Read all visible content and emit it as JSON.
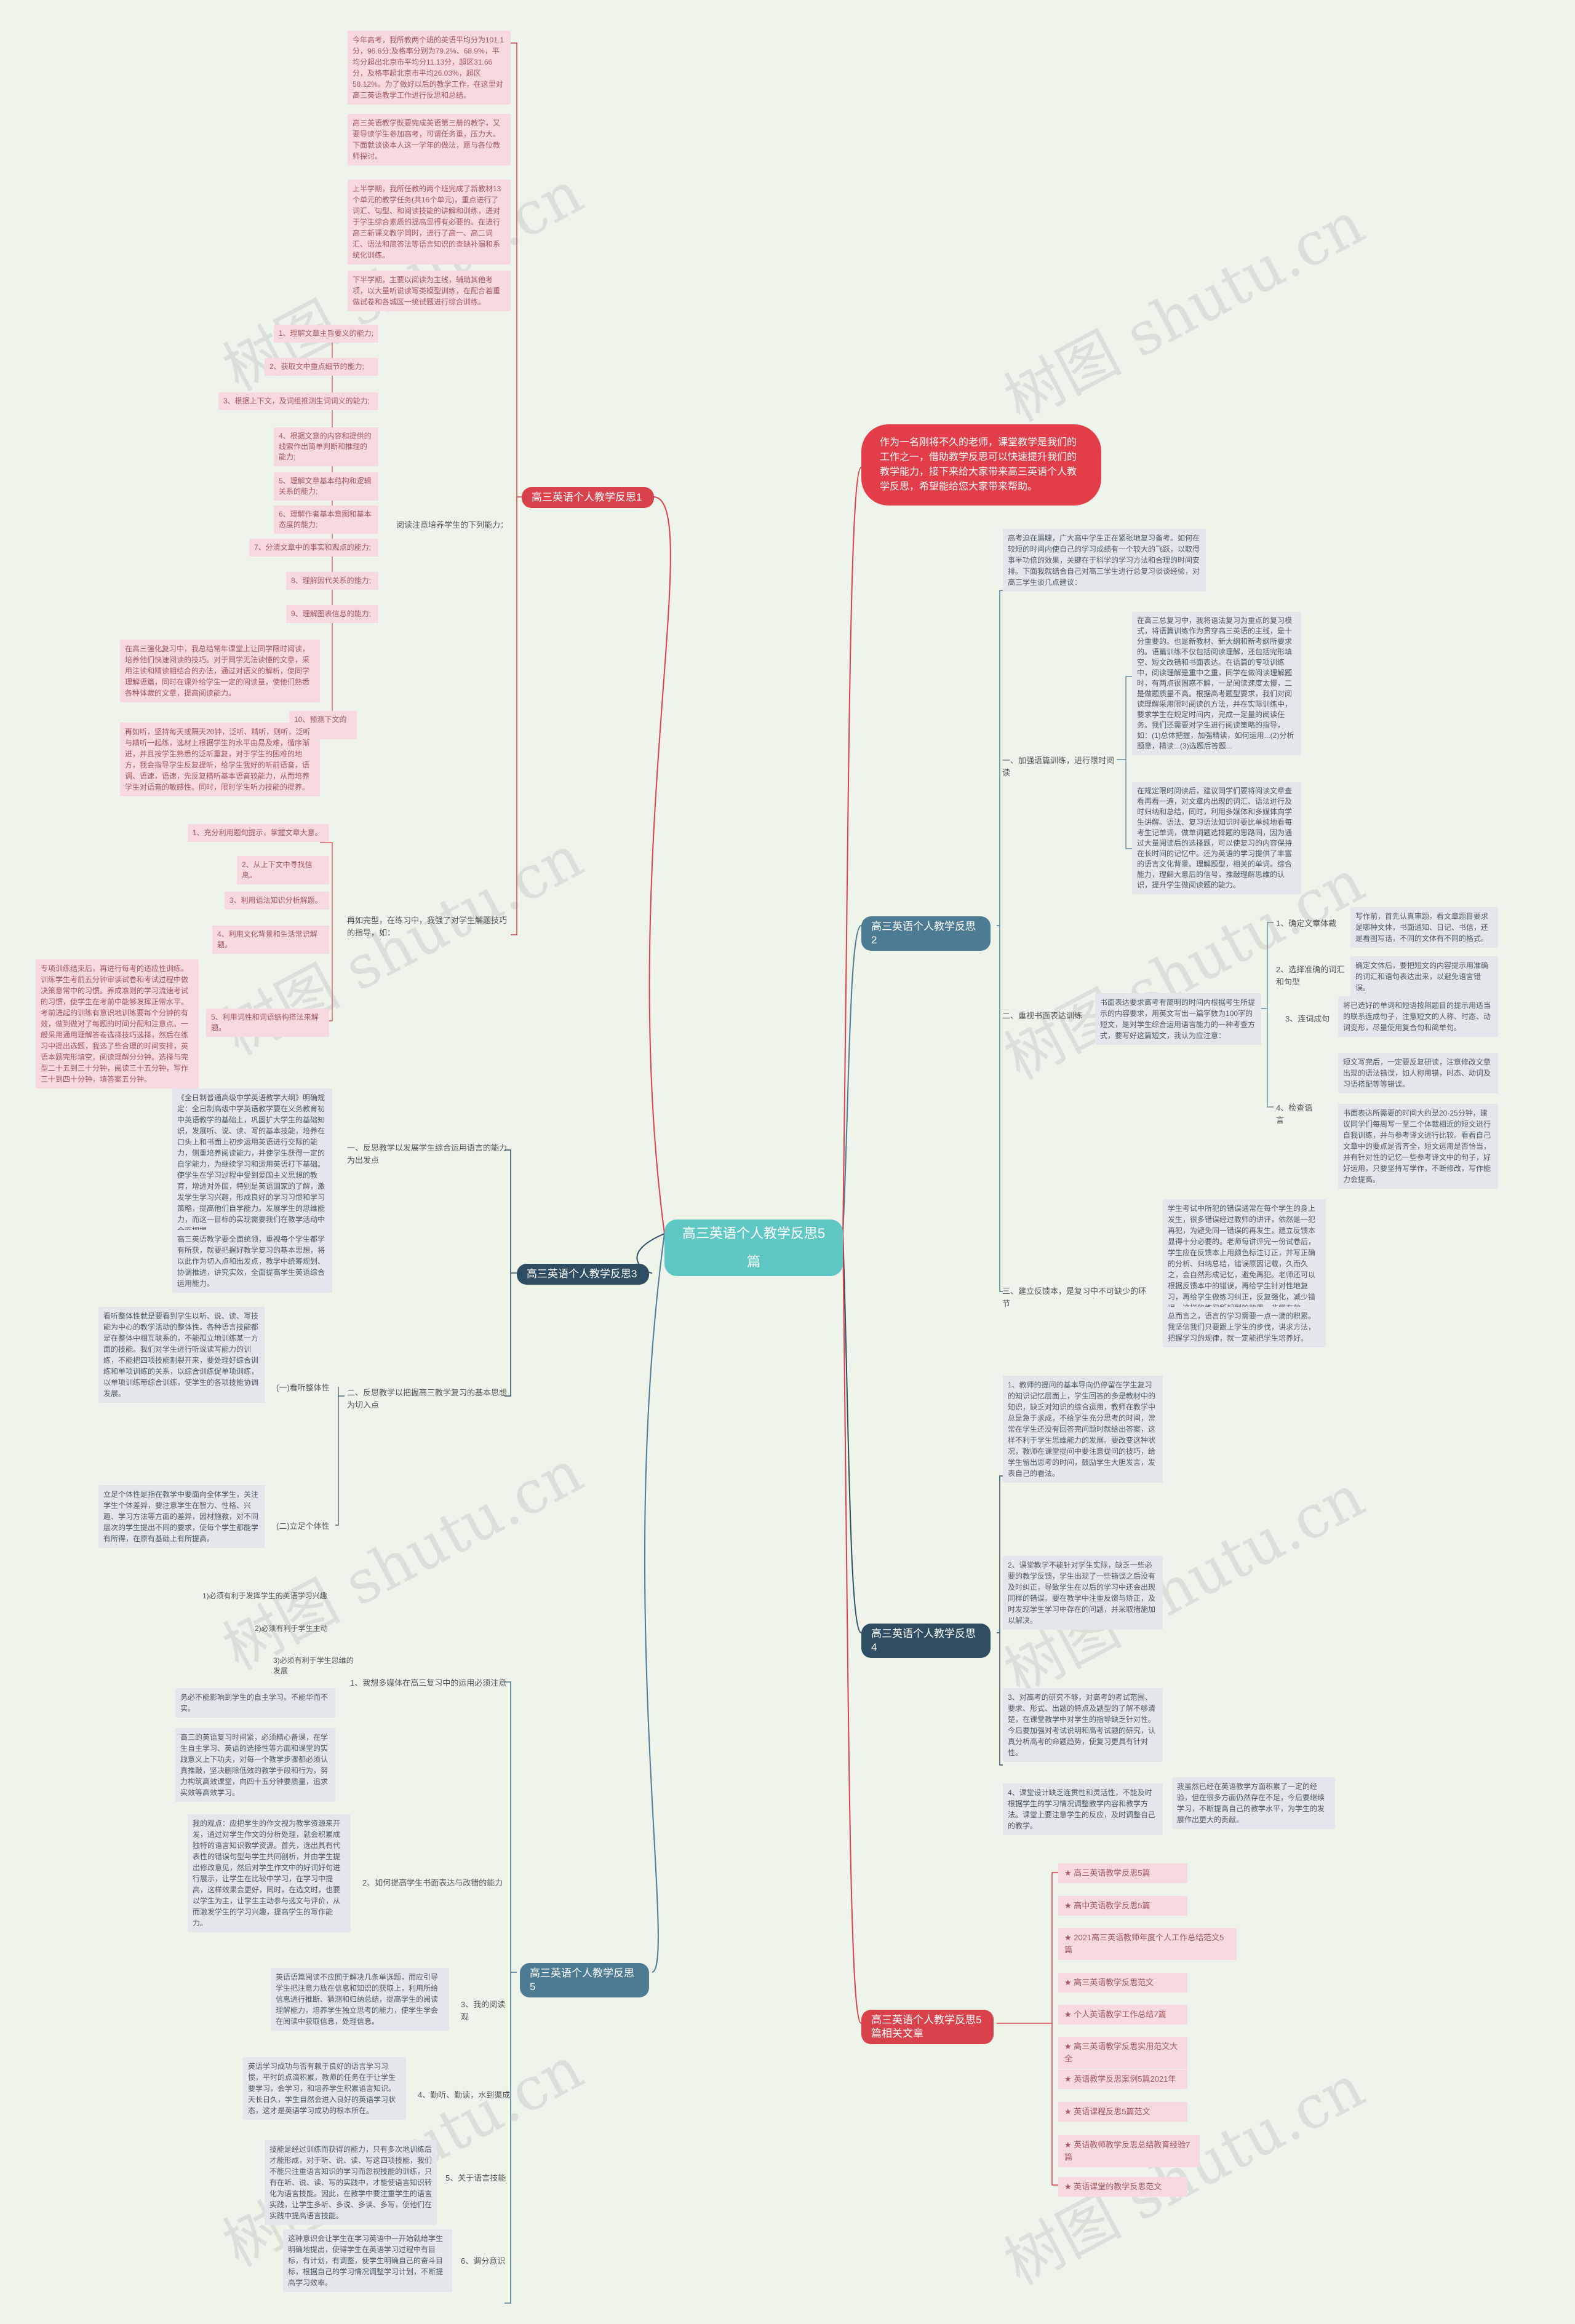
{
  "center": "高三英语个人教学反思5篇",
  "intro": "作为一名刚将不久的老师，课堂教学是我们的工作之一，借助教学反思可以快速提升我们的教学能力，接下来给大家带来高三英语个人教学反思，希望能给您大家带来帮助。",
  "watermark": "树图 shutu.cn",
  "branch1": {
    "title": "高三英语个人教学反思1",
    "p1": "今年高考，我所教两个班的英语平均分为101.1分，96.6分;及格率分别为79.2%、68.9%，平均分超出北京市平均分11.13分，超区31.66分，及格率超北京市平均26.03%，超区58.12%。为了做好以后的教学工作，在这里对高三英语教学工作进行反思和总结。",
    "p2": "高三英语教学既要完成英语第三册的教学，又要导读学生参加高考，可谓任务重，压力大。下面就谈谈本人这一学年的做法，愿与各位教师探讨。",
    "p3": "上半学期，我所任教的两个班完成了新教材13个单元的教学任务(共16个单元)，重点进行了词汇、句型、和阅读技能的讲解和训练，进对于学生综合素质的提高显得有必要的。在进行高三新课文教学同时，进行了高一、高二词汇、语法和简答法等语言知识的查缺补漏和系统化训练。",
    "p4": "下半学期，主要以阅读为主线，辅助其他考项，以大量听说读写类模型训练，在配合着重做试卷和各城区一统试题进行综合训练。",
    "reading": "阅读注意培养学生的下列能力：",
    "items": [
      "1、理解文章主旨要义的能力;",
      "2、获取文中重点细节的能力;",
      "3、根据上下文，及词组推测生词词义的能力;",
      "4、根据文意的内容和提供的线索作出简单判断和推理的能力;",
      "5、理解文章基本结构和逻辑关系的能力;",
      "6、理解作者基本意图和基本态度的能力;",
      "7、分清文章中的事实和观点的能力;",
      "8、理解因代关系的能力;",
      "9、理解图表信息的能力;",
      "10、预测下文的能力。"
    ],
    "p5": "在高三强化复习中，我总结常年课堂上让同学限时阅读，培养他们快速阅读的技巧。对于同学无法读懂的文章，采用注读和精读相结合的办法，通过对语义的解析，使同学理解语篇，同时在课外给学生一定的阅读量，使他们熟悉各种体裁的文章，提高阅读能力。",
    "p6": "再如听，坚持每天或隔天20钟，泛听、精听，则听，泛听与精听一起练，选材上根据学生的水平由易及难，循序渐进，并且按学生熟悉的泛听重复，对于学生的困难的地方，我会指导学生反复提听，给学生我好的听前语音，语调、语速，语速，先反复精听基本语音较能力，从而培养学生对语音的敏感性。同时，限时学生听力技能的提养。",
    "tips": [
      "1、充分利用题旬提示，掌握文章大意。",
      "2、从上下文中寻找信息。",
      "3、利用语法知识分析解题。",
      "4、利用文化背景和生活常识解题。",
      "5、利用词性和词语结构搭法来解题。"
    ],
    "cloze": "再如完型，在练习中，我强了对学生解题技巧的指导，如：",
    "p7": "专项训练结束后，再进行每考的适应性训练。训练学生考前五分钟审读试卷和考试过程中做决策意常中的习惯。养成准则的学习流速考试的习惯，使学生在考前中能够发挥正常水平。考前进起的训练有意识地训练要每个分钟的有效，做到做对了每题的时间分配和注意点。一般采用通用理解答卷选择技巧选择，然后在练习中提出选题，我选了些合理的时间安排，英语本题完形填空，阅读理解分分钟。选择与完型二十五到三十分钟，阅读三十五分钟，写作三十到四十分钟，填答案五分钟。"
  },
  "branch2": {
    "title": "高三英语个人教学反思2",
    "intro": "高考迫在眉睫，广大高中学生正在紧张地复习备考。如何在较短的时间内使自己的学习成绩有一个较大的飞跃，以取得事半功倍的效果，关键在于科学的学习方法和合理的时间安排。下面我就结合自己对高三学生进行总复习谈谈经验，对高三学生谈几点建议：",
    "s1": "一、加强语篇训练，进行限时阅读",
    "s1a": "在高三总复习中，我将语法复习为重点的复习模式，将语篇训练作为贯穿高三英语的主线，是十分重要的。也是新教材、新大纲和新考纲所要求的。语篇训练不仅包括阅读理解，还包括完形填空、短文改错和书面表达。在语篇的专项训练中，阅读理解是重中之重，同学在做阅读理解题时，有两点很困惑不解，一是阅读速度太慢，二是做题质量不高。根据高考题型要求，我们对阅读理解采用限时阅读的方法，并在实际训练中，要求学生在规定时间内，完成一定量的阅读任务。我们还需要对学生进行阅读策略的指导，如：(1)总体把握，加强精读，如何运用...(2)分析题意，精读...(3)选题后答题...",
    "s1b": "在规定限时阅读后，建议同学们要将阅读文章查看再看一遍，对文章内出现的词汇、语法进行及时归纳和总结，同时，利用多媒体和多媒体向学生讲解。语法、复习语法知识时要比单纯地看每考生记单词，做单词题选择题的思路同，因为通过大量阅读后的选择题，可以使复习的内容保持在长时间的记忆中。还为英语的学习提供了丰富的语言文化背景。理解题型，相关的单词。综合能力，理解大意后的信号，推敲理解思维的认识，提升学生做阅读题的能力。",
    "s2": "二、重视书面表达训练",
    "s2a": "书面表达要求高考有简明的时间内根据考生所提示的内容要求，用英文写出一篇字数为100字的短文，是对学生综合运用语言能力的一种考查方式，要写好这篇短文，我认为应注意：",
    "s2items": [
      "1、确定文章体裁",
      "2、选择准确的词汇和句型",
      "3、连词成句",
      "4、检查语言"
    ],
    "s2d1": "写作前，首先认真审题，看文章题目要求是哪种文体，书面通知、日记、书信，还是看图写话，不同的文体有不同的格式。",
    "s2d2": "确定文体后，要把短文的内容提示用准确的词汇和语句表达出来，以避免语言错误。",
    "s2d3": "将已选好的单词和短语按照题目的提示用适当的联系连成句子，注意短文的人称、时态、动词变形，尽量使用复合句和简单句。",
    "s2d4a": "短文写完后，一定要反复研读，注意修改文章出现的语法错误，如人称用错，时态、动词及习语搭配等等错误。",
    "s2d4b": "书面表达所需要的时间大约是20-25分钟，建议同学们每周写一至二个体裁相近的短文进行自我训练，并与参考译文进行比较。看看自己文章中的要点是否齐全，短文运用是否恰当，并有针对性的记忆一些参考译文中的句子，好好运用，只要坚持写学作，不断修改，写作能力会提高。",
    "s3": "三、建立反馈本，是复习中不可缺少的环节",
    "s3a": "学生考试中所犯的错误通常在每个学生的身上发生，很多错误经过教师的讲评，依然是一犯再犯，为避免同一错误的再发生，建立反馈本显得十分必要的。老师每讲评完一份试卷后，学生应在反馈本上用颜色标注订正，并写正确的分析、归纳总结，错误原因记载，久而久之，会自然形成记忆，避免再犯。老师还可以根据反馈本中的错误，再给学生针对性地复习，再给学生做练习纠正，反复强化，减少错误，这样的练习所起到的效果，非常有效。",
    "s3b": "总而言之，语言的学习需要一点一滴的积累。我坚信我们只要跟上学生的步伐，讲求方法，把握学习的规律，就一定能把学生培养好。"
  },
  "branch3": {
    "title": "高三英语个人教学反思3",
    "s1": "一、反思教学以发展学生综合运用语言的能力为出发点",
    "s1a": "《全日制普通高级中学英语教学大纲》明确规定：全日制高级中学英语教学要在义务教育初中英语教学的基础上，巩固扩大学生的基础知识，发展听、说、读、写的基本技能，培养在口头上和书面上初步运用英语进行交际的能力，侧重培养阅读能力，并使学生获得一定的自学能力，为继续学习和运用英语打下基础。使学生在学习过程中受到爱国主义思想的教育，增进对外国，特别是英语国家的了解，激发学生学习兴趣，形成良好的学习习惯和学习策略，提高他们自学能力。发展学生的思维能力，而这一目标的实现需要我们在教学活动中全面把握。",
    "s2": "二、反思教学以把握高三教学复习的基本思想为切入点",
    "s2a": "高三英语教学要全面统领，重视每个学生都学有所获，就要把握好教学复习的基本思想，将以此作为切入点和出发点，教学中统筹规划、协调推进，讲究实效，全面提高学生英语综合运用能力。",
    "sub1": "(一)看听整体性",
    "sub1a": "看听整体性就是要看到学生以听、说、读、写技能为中心的教学活动的整体性。各种语言技能都是在整体中相互联系的，不能孤立地训练某一方面的技能。我们对学生进行听说读写能力的训练，不能把四项技能割裂开来，要处理好综合训练和单项训练的关系，以综合训练促单项训练，以单项训练带综合训练，使学生的各项技能协调发展。",
    "sub2": "(二)立足个体性",
    "sub2a": "立足个体性是指在教学中要面向全体学生，关注学生个体差异，要注意学生在智力、性格、兴趣、学习方法等方面的差异，因材施教，对不同层次的学生提出不同的要求，使每个学生都能学有所得，在原有基础上有所提高。"
  },
  "branch4": {
    "title": "高三英语个人教学反思4",
    "p1": "1、教师的提问的基本导向仍停留在学生复习的知识记忆层面上，学生回答的多是教材中的知识，缺乏对知识的综合运用，教师在教学中总是急于求成，不给学生充分思考的时间，常常在学生还没有回答完问题时就给出答案，这样不利于学生思维能力的发展。要改变这种状况，教师在课堂提问中要注意提问的技巧，给学生留出思考的时间，鼓励学生大胆发言，发表自己的看法。",
    "p2": "2、课堂教学不能针对学生实际，缺乏一些必要的教学反馈，学生出现了一些错误之后没有及时纠正，导致学生在以后的学习中还会出现同样的错误。要在教学中注重反馈与矫正，及时发现学生学习中存在的问题，并采取措施加以解决。",
    "p3": "3、对高考的研究不够，对高考的考试范围、要求、形式、出题的特点及题型的了解不够清楚，在课堂教学中对学生的指导缺乏针对性。今后要加强对考试说明和高考试题的研究，认真分析高考的命题趋势，使复习更具有针对性。",
    "p4": "4、课堂设计缺乏连贯性和灵活性，不能及时根据学生的学习情况调整教学内容和教学方法。课堂上要注意学生的反应，及时调整自己的教学。",
    "p5": "我虽然已经在英语教学方面积累了一定的经验，但在很多方面仍然存在不足，今后要继续学习，不断提高自己的教学水平，为学生的发展作出更大的贡献。"
  },
  "branch5": {
    "title": "高三英语个人教学反思5",
    "s1": "1、我想多媒体在高三复习中的运用必须注意",
    "s1items": [
      "1)必须有利于发挥学生的英语学习兴趣",
      "2)必须有利于学生主动",
      "3)必须有利于学生思维的发展"
    ],
    "s1a": "务必不能影响到学生的自主学习。不能华而不实。",
    "s1b": "高三的英语复习时间紧，必须精心备课，在学生自主学习、英语的选择性等方面和课堂的实践意义上下功夫，对每一个教学步骤都必须认真推敲，坚决删除低效的教学手段和行为，努力构筑高效课堂，向四十五分钟要质量，追求实效等高效学习。",
    "s2": "2、如何提高学生书面表达与改错的能力",
    "s2a": "我的观点：应把学生的作文视为教学资源来开发，通过对学生作文的分析处理，就会积累成独特的语言知识教学资源。首先，选出具有代表性的错误句型与学生共同剖析，并由学生提出修改意见，然后对学生作文中的好词好句进行展示，让学生在比较中学习，在学习中提高，这样效果会更好，同时，在选文时，也要以学生为主，让学生主动参与选文与评价，从而激发学生的学习兴趣，提高学生的写作能力。",
    "s3": "3、我的阅读观",
    "s3a": "英语语篇阅读不应囿于解决几条单选题，而应引导学生把注意力放在信息和知识的获取上，利用所给信息进行推断、猜测和归纳总结，提高学生的阅读理解能力，培养学生独立思考的能力，使学生学会在阅读中获取信息，处理信息。",
    "s4": "4、勤听、勤读，水到渠成",
    "s4a": "英语学习成功与否有赖于良好的语言学习习惯，平时的点滴积累，教师的任务在于让学生要学习，会学习，和培养学生积累语言知识。天长日久，学生自然会进入良好的英语学习状态，这才是英语学习成功的根本所在。",
    "s5": "5、关于语言技能",
    "s5a": "技能是经过训练而获得的能力，只有多次地训练后才能形成，对于听、说、读、写这四项技能，我们不能只注重语言知识的学习而忽视技能的训练，只有在听、说、读、写的实践中，才能使语言知识转化为语言技能。因此，在教学中要注重学生的语言实践，让学生多听、多说、多读、多写，使他们在实践中提高语言技能。",
    "s6": "6、调分意识",
    "s6a": "这种意识会让学生在学习英语中一开始就给学生明确地提出，使得学生在英语学习过程中有目标，有计划，有调整，使学生明确自己的奋斗目标，根据自己的学习情况调整学习计划，不断提高学习效率。"
  },
  "related": {
    "title": "高三英语个人教学反思5篇相关文章",
    "items": [
      "★ 高三英语教学反思5篇",
      "★ 高中英语教学反思5篇",
      "★ 2021高三英语教师年度个人工作总结范文5篇",
      "★ 高三英语教学反思范文",
      "★ 个人英语教学工作总结7篇",
      "★ 高三英语教学反思实用范文大全",
      "★ 英语教学反思案例5篇2021年",
      "★ 英语课程反思5篇范文",
      "★ 英语教师教学反思总结教育经验7篇",
      "★ 英语课堂的教学反思范文"
    ]
  },
  "colors": {
    "red": "#d9414b",
    "navy": "#2f4d62",
    "blue": "#4d7b93",
    "teal": "#5fc7c4",
    "pink": "#f8d9dd",
    "grey": "#e3e7ec"
  }
}
